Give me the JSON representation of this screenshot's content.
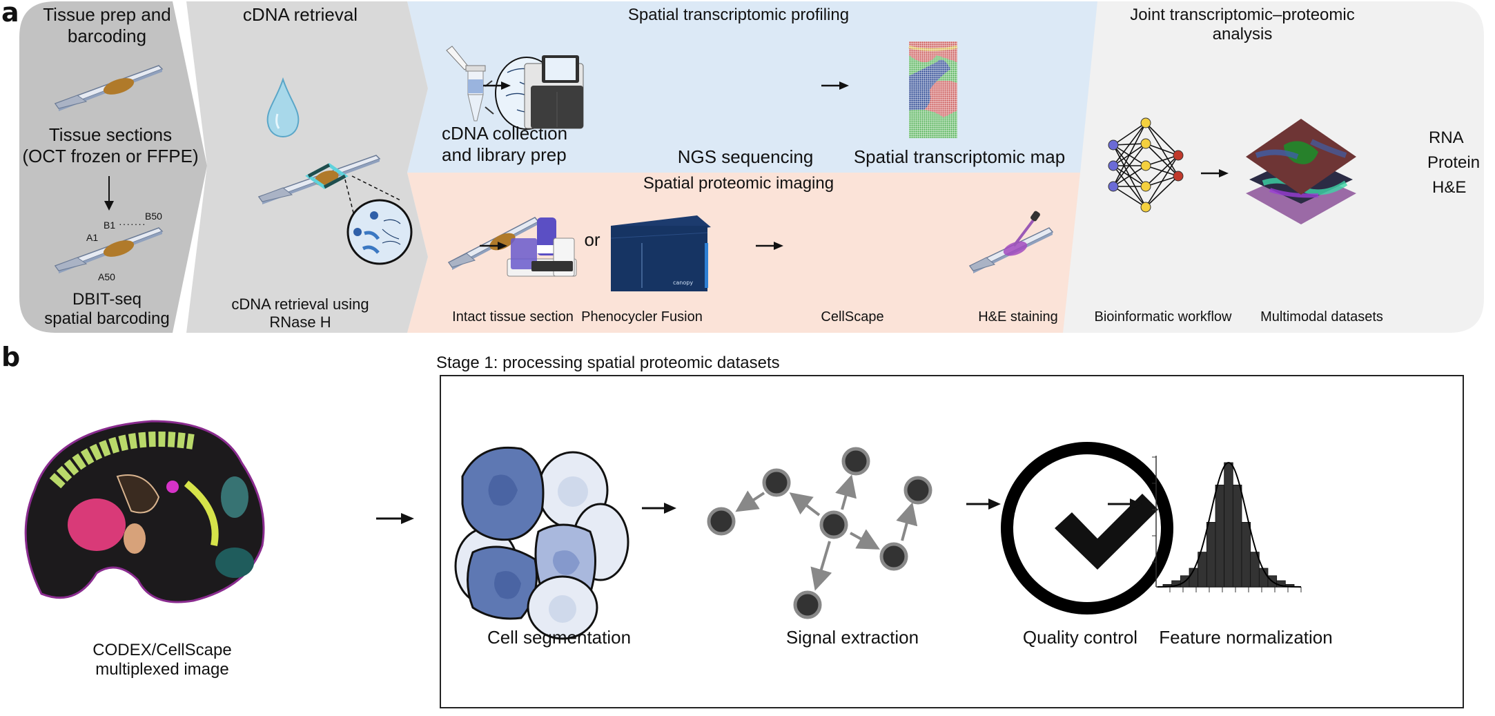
{
  "panel_a": {
    "letter": "a",
    "stages": {
      "tissue_prep": {
        "title_line1": "Tissue prep and",
        "title_line2": "barcoding",
        "sections_line1": "Tissue sections",
        "sections_line2": "(OCT frozen or FFPE)",
        "barcode_b1": "B1",
        "barcode_b50": "B50",
        "barcode_a1": "A1",
        "barcode_a50": "A50",
        "caption_line1": "DBIT-seq",
        "caption_line2": "spatial barcoding"
      },
      "cdna_retrieval": {
        "title": "cDNA retrieval",
        "caption_line1": "cDNA retrieval using",
        "caption_line2": "RNase H"
      },
      "transcriptomic": {
        "title": "Spatial transcriptomic profiling",
        "step1_line1": "cDNA collection",
        "step1_line2": "and library prep",
        "step2": "NGS sequencing",
        "step3": "Spatial transcriptomic map"
      },
      "proteomic": {
        "title": "Spatial proteomic imaging",
        "step1": "Intact tissue section",
        "step2": "Phenocycler Fusion",
        "or_label": "or",
        "step3": "CellScape",
        "step4": "H&E staining"
      },
      "joint": {
        "title_line1": "Joint transcriptomic–proteomic",
        "title_line2": "analysis",
        "step1": "Bioinformatic workflow",
        "step2": "Multimodal datasets",
        "layer_rna": "RNA",
        "layer_protein": "Protein",
        "layer_he": "H&E"
      }
    },
    "colors": {
      "tissue_prep_bg": "#c2c2c2",
      "cdna_bg": "#d9d9d9",
      "transcriptomic_bg": "#dce9f6",
      "proteomic_bg": "#fbe3d8",
      "joint_bg": "#f1f1f1",
      "tissue_brown": "#b07a2a",
      "nn_input": "#6b6bd6",
      "nn_hidden": "#f4d03f",
      "nn_output": "#c0392b"
    }
  },
  "panel_b": {
    "letter": "b",
    "source_caption_line1": "CODEX/CellScape",
    "source_caption_line2": "multiplexed image",
    "stage_title": "Stage 1: processing spatial proteomic datasets",
    "steps": [
      {
        "label": "Cell segmentation"
      },
      {
        "label": "Signal extraction"
      },
      {
        "label": "Quality control"
      },
      {
        "label": "Feature normalization"
      }
    ],
    "histogram_relative_counts": [
      0.02,
      0.05,
      0.09,
      0.15,
      0.28,
      0.52,
      0.82,
      1.0,
      0.82,
      0.52,
      0.28,
      0.15,
      0.09,
      0.05,
      0.02
    ]
  }
}
